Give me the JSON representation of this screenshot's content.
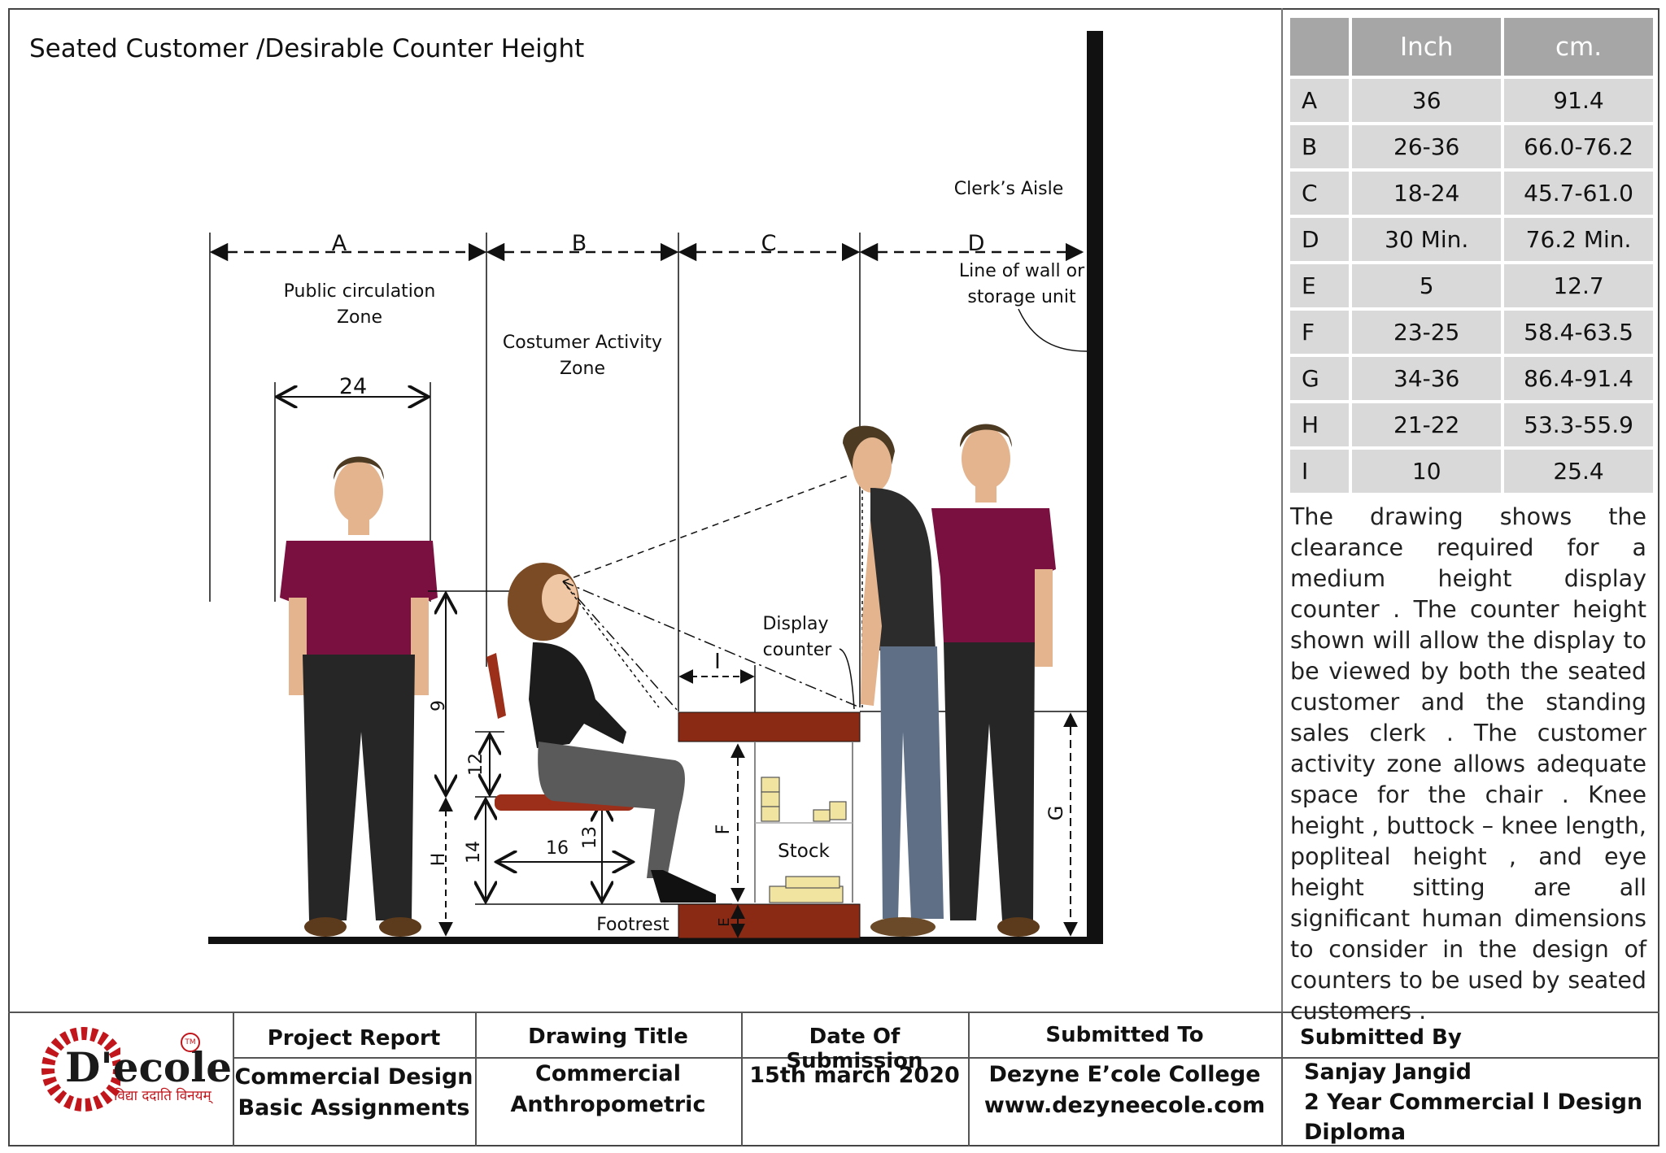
{
  "title": "Seated Customer /Desirable Counter Height",
  "zones": {
    "a": "A",
    "b": "B",
    "c": "C",
    "d": "D",
    "public_1": "Public circulation",
    "public_2": "Zone",
    "activity_1": "Costumer Activity",
    "activity_2": "Zone",
    "clerk_aisle": "Clerk’s Aisle",
    "wall_1": "Line of wall or",
    "wall_2": "storage unit"
  },
  "labels": {
    "dim_24": "24",
    "display_1": "Display",
    "display_2": "counter",
    "stock": "Stock",
    "footrest": "Footrest",
    "i": "I",
    "f": "F",
    "g": "G",
    "e": "E",
    "h": "H",
    "n9": "9",
    "n12": "12",
    "n14": "14",
    "n16": "16",
    "n13": "13"
  },
  "table": {
    "headers": [
      "",
      "Inch",
      "cm."
    ],
    "rows": [
      [
        "A",
        "36",
        "91.4"
      ],
      [
        "B",
        "26-36",
        "66.0-76.2"
      ],
      [
        "C",
        "18-24",
        "45.7-61.0"
      ],
      [
        "D",
        "30 Min.",
        "76.2 Min."
      ],
      [
        "E",
        "5",
        "12.7"
      ],
      [
        "F",
        "23-25",
        "58.4-63.5"
      ],
      [
        "G",
        "34-36",
        "86.4-91.4"
      ],
      [
        "H",
        "21-22",
        "53.3-55.9"
      ],
      [
        "I",
        "10",
        "25.4"
      ]
    ]
  },
  "description": "The drawing shows the clearance required for a medium height display counter . The counter height shown will allow the display to be viewed by both the seated customer and the standing sales clerk . The customer activity zone allows adequate space for the chair . Knee height , buttock – knee length, popliteal height , and eye height sitting are all significant human dimensions to consider in the design of counters to be used by seated customers .",
  "footer": {
    "logo": {
      "word": "D'ecole",
      "tagline": "विद्या ददाति विनयम्",
      "tm": "TM"
    },
    "project_report_label": "Project Report",
    "project_report_value_1": "Commercial Design",
    "project_report_value_2": "Basic Assignments",
    "drawing_title_label": "Drawing Title",
    "drawing_title_value_1": "Commercial",
    "drawing_title_value_2": "Anthropometric",
    "date_label": "Date Of Submission",
    "date_value": "15th march 2020",
    "submitted_to_label": "Submitted To",
    "submitted_to_value_1": "Dezyne E’cole College",
    "submitted_to_value_2": "www.dezyneecole.com",
    "submitted_by_label": "Submitted By",
    "submitted_by_value_1": "Sanjay Jangid",
    "submitted_by_value_2": "2 Year Commercial l Design",
    "submitted_by_value_3": "Diploma"
  },
  "colors": {
    "shirt": "#7a1040",
    "trousers": "#262626",
    "counter": "#8b2a14",
    "chair": "#9b2f1a",
    "stock_box": "#f0e4a0",
    "table_header": "#a6a6a6",
    "table_cell": "#d9d9d9",
    "logo_red": "#c0161c"
  }
}
